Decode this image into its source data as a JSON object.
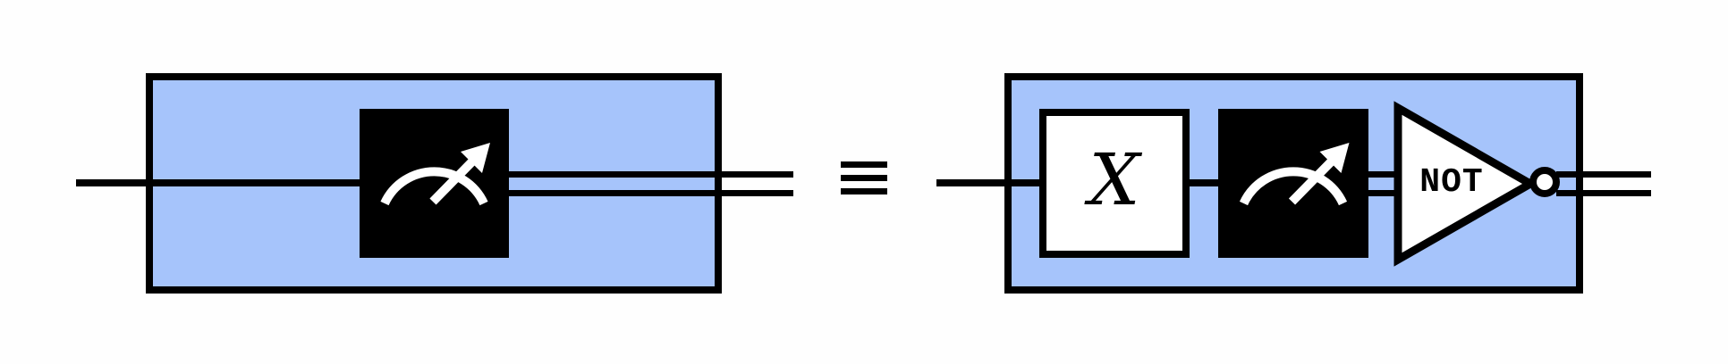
{
  "colors": {
    "background": "#fefefe",
    "highlight_fill": "#a6c4fb",
    "ink": "#000000",
    "gate_white_fill": "#ffffff",
    "meter_glyph": "#ffffff"
  },
  "equivalence": {
    "symbol": "≡"
  },
  "left_circuit": {
    "input_wire": "single-quantum-wire",
    "output_wire": "double-classical-wire",
    "gates": [
      {
        "type": "measurement",
        "icon": "meter-icon",
        "style": "black-square"
      }
    ]
  },
  "right_circuit": {
    "input_wire": "single-quantum-wire",
    "output_wire": "double-classical-wire",
    "gates": [
      {
        "type": "pauli-x",
        "label": "X",
        "style": "white-square"
      },
      {
        "type": "measurement",
        "icon": "meter-icon",
        "style": "black-square"
      },
      {
        "type": "classical-not",
        "label": "NOT",
        "style": "triangle-with-bubble"
      }
    ]
  }
}
